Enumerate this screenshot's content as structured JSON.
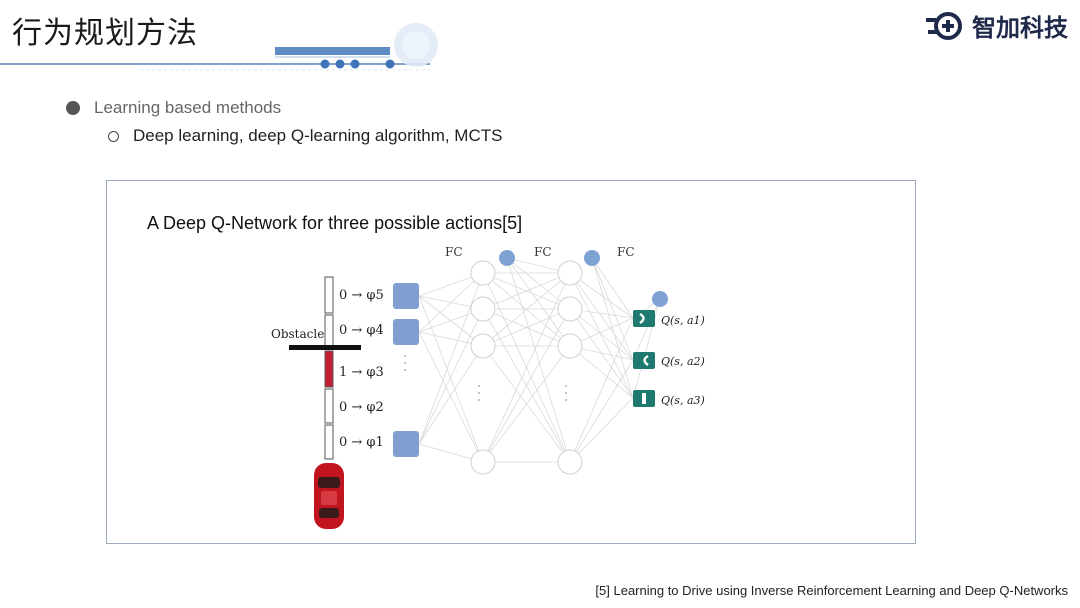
{
  "header": {
    "title": "行为规划方法",
    "logo_text": "智加科技"
  },
  "content": {
    "bullet_level1": "Learning based methods",
    "bullet_level2": "Deep learning, deep Q-learning algorithm, MCTS"
  },
  "figure": {
    "caption": "A Deep Q-Network for three possible actions[5]",
    "fc_labels": [
      "FC",
      "FC",
      "FC"
    ],
    "obstacle_label": "Obstacle",
    "input_labels": [
      "0 → φ5",
      "0 → φ4",
      "1 → φ3",
      "0 → φ2",
      "0 → φ1"
    ],
    "output_labels": [
      "Q(s, a1)",
      "Q(s, a2)",
      "Q(s, a3)"
    ],
    "colors": {
      "input_node": "#7f9fd0",
      "bias_node": "#7ea3d2",
      "output_node": "#1e7a6e",
      "obstacle_cell": "#c21e32",
      "car": "#c0141e"
    }
  },
  "footer": {
    "reference": "[5] Learning to Drive using Inverse Reinforcement Learning and Deep Q-Networks"
  }
}
